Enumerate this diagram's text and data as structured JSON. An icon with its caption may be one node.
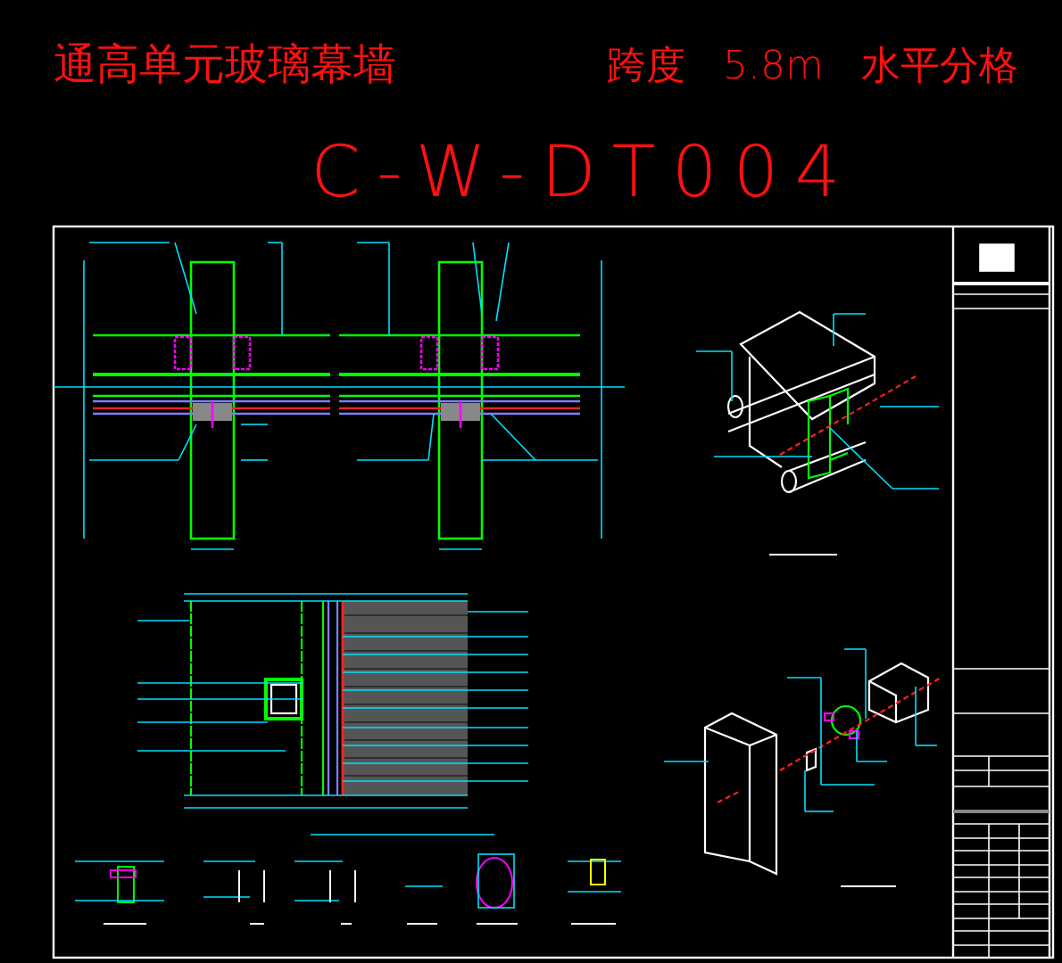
{
  "diagram": {
    "title": "通高单元玻璃幕墙",
    "labels": [
      "跨度 5.8m 水平分格",
      "C-W-DT004"
    ]
  }
}
